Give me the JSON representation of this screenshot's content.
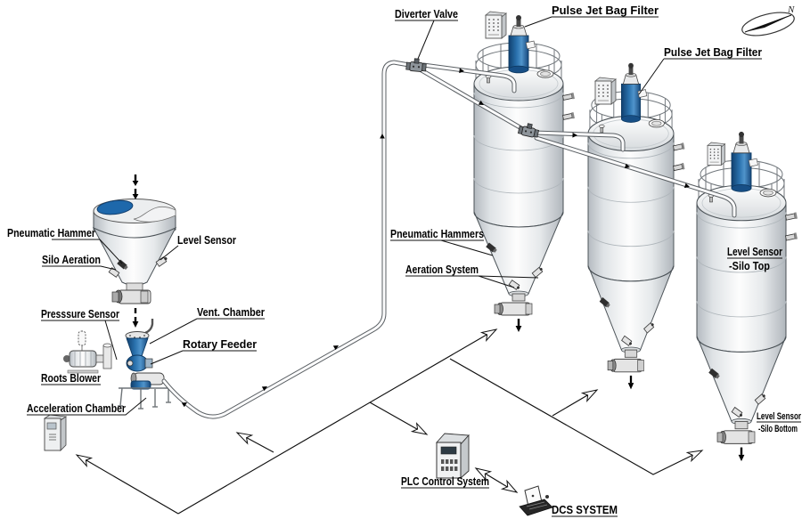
{
  "diagram": {
    "compass_label": "N",
    "labels": {
      "diverter_valve": "Diverter Valve",
      "pulse_jet_bag_filter_silo1": "Pulse Jet Bag Filter",
      "pulse_jet_bag_filter_silo2": "Pulse Jet Bag Filter",
      "pneumatic_hammer": "Pneumatic Hammer",
      "level_sensor_hopper": "Level Sensor",
      "silo_aeration": "Silo Aeration",
      "pressure_sensor": "Presssure Sensor",
      "vent_chamber": "Vent. Chamber",
      "rotary_feeder": "Rotary Feeder",
      "roots_blower": "Roots Blower",
      "acceleration_chamber": "Acceleration Chamber",
      "pneumatic_hammers": "Pneumatic Hammers",
      "aeration_system": "Aeration System",
      "level_sensor_silo_top_line1": "Level Sensor",
      "level_sensor_silo_top_line2": "-Silo Top",
      "level_sensor_silo_bottom_line1": "Level Sensor",
      "level_sensor_silo_bottom_line2": "-Silo Bottom",
      "plc_control_system": "PLC Control System",
      "dcs_system": "DCS SYSTEM"
    },
    "colors": {
      "accent_blue": "#2a72ae",
      "accent_blue_dark": "#10406f",
      "line": "#101010",
      "metal_light": "#fdfdfd",
      "metal_dark": "#b4bac0"
    }
  }
}
